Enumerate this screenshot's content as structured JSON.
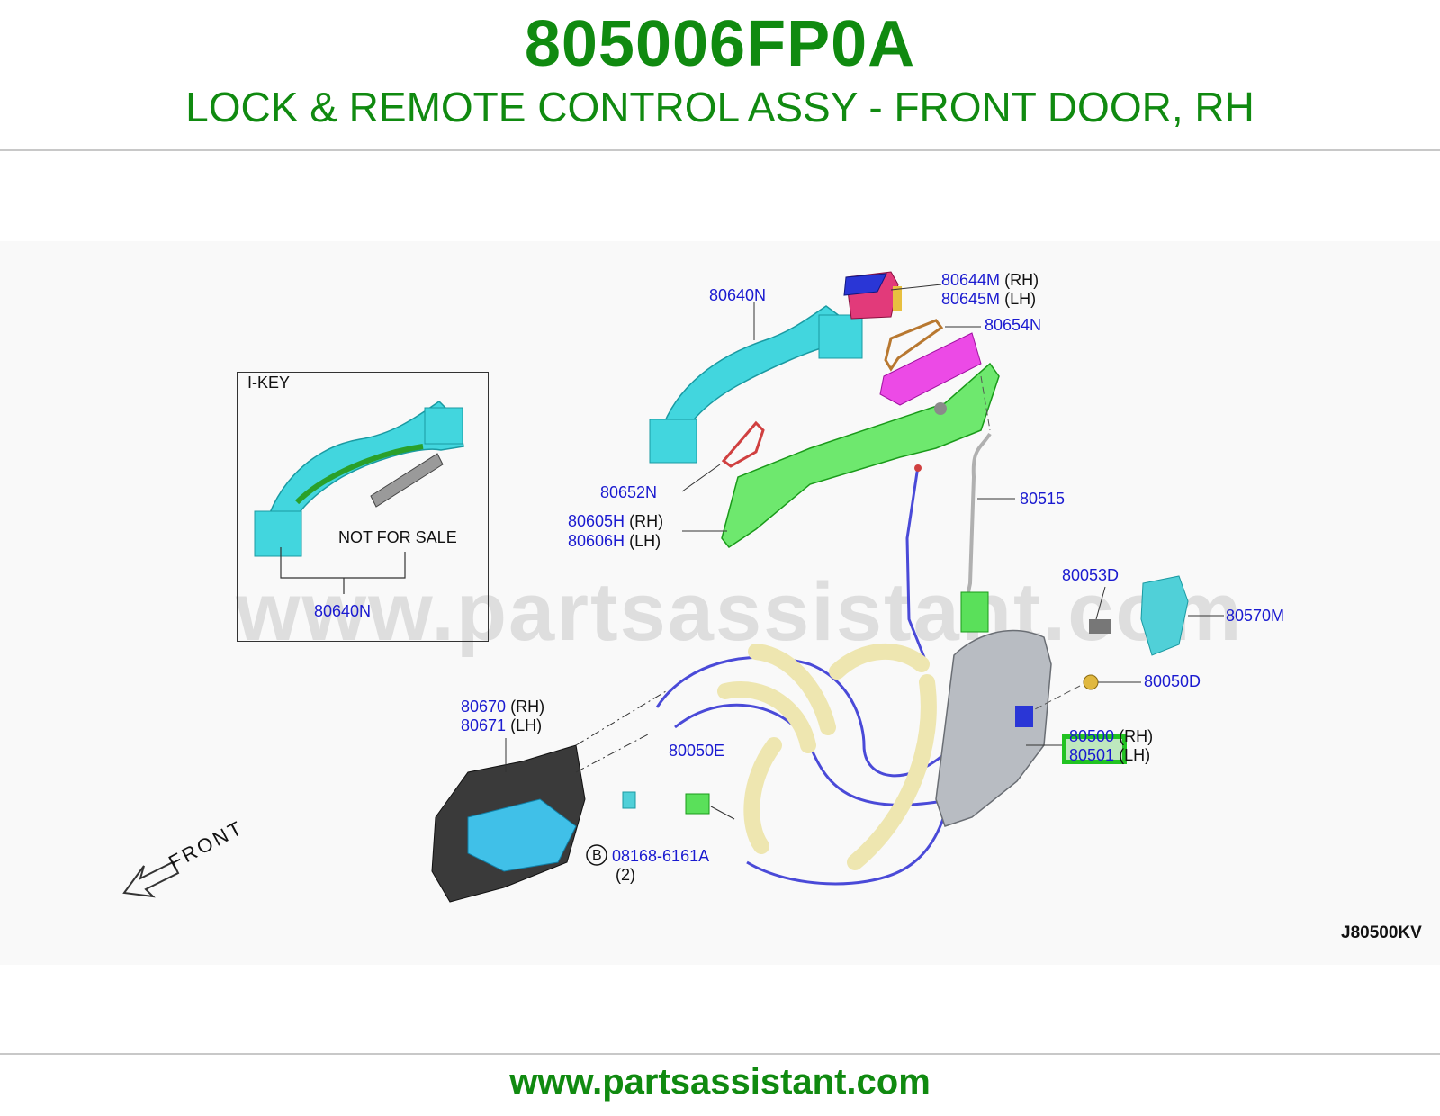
{
  "header": {
    "part_number": "805006FP0A",
    "part_description": "LOCK & REMOTE CONTROL ASSY - FRONT DOOR, RH"
  },
  "diagram": {
    "watermark": "www.partsassistant.com",
    "figure_code": "J80500KV",
    "ikey_box_title": "I-KEY",
    "not_for_sale": "NOT FOR SALE",
    "front_label": "FRONT",
    "bolt_symbol": "B",
    "labels": {
      "handle_top": "80640N",
      "handle_ikey": "80640N",
      "cap_rh": "80644M",
      "cap_lh": "80645M",
      "gasket_top": "80654N",
      "gasket_small": "80652N",
      "bracket_rh": "80605H",
      "bracket_lh": "80606H",
      "rod": "80515",
      "screw": "80053D",
      "striker": "80570M",
      "bolt": "80050D",
      "lock_rh": "80500",
      "lock_lh": "80501",
      "inside_handle_rh": "80670",
      "inside_handle_lh": "80671",
      "clip": "80050E",
      "bolt_std": "08168-6161A",
      "bolt_qty": "(2)"
    },
    "suffix_rh": "(RH)",
    "suffix_lh": "(LH)"
  },
  "footer": {
    "url": "www.partsassistant.com"
  },
  "colors": {
    "title_green": "#108a10",
    "label_blue": "#1a1ad0",
    "highlight_green": "#22c322"
  }
}
